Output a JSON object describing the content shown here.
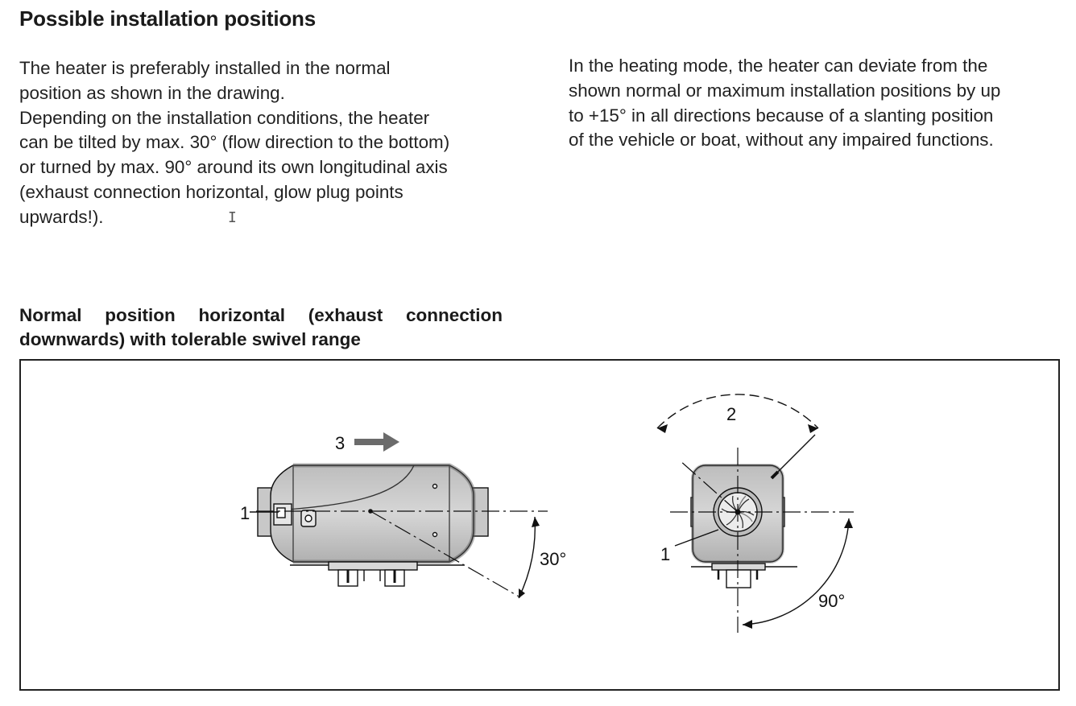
{
  "page": {
    "heading": "Possible installation positions",
    "paragraph_left": "The heater is preferably installed in the normal\nposition as shown in the drawing.\nDepending on the installation conditions, the heater\ncan be tilted by max. 30° (flow direction to the bottom)\nor turned by max. 90° around its own longitudinal axis\n(exhaust connection horizontal, glow plug points\nupwards!).",
    "paragraph_right": "In the heating mode, the heater can deviate from the\nshown normal or maximum installation positions by up\nto +15° in all directions because of a slanting position\nof the vehicle or boat, without any impaired functions.",
    "cursor_glyph": "I",
    "subheading": "Normal position horizontal (exhaust connection downwards) with tolerable swivel range"
  },
  "figure": {
    "side_view": {
      "label_1": "1",
      "label_3": "3",
      "angle_label": "30°"
    },
    "end_view": {
      "label_1": "1",
      "label_2": "2",
      "angle_label": "90°"
    },
    "colors": {
      "body_fill": "#d2d2d2",
      "body_shadow": "#a9a9a9",
      "stroke": "#111111",
      "arrow": "#6b6b6b"
    }
  }
}
